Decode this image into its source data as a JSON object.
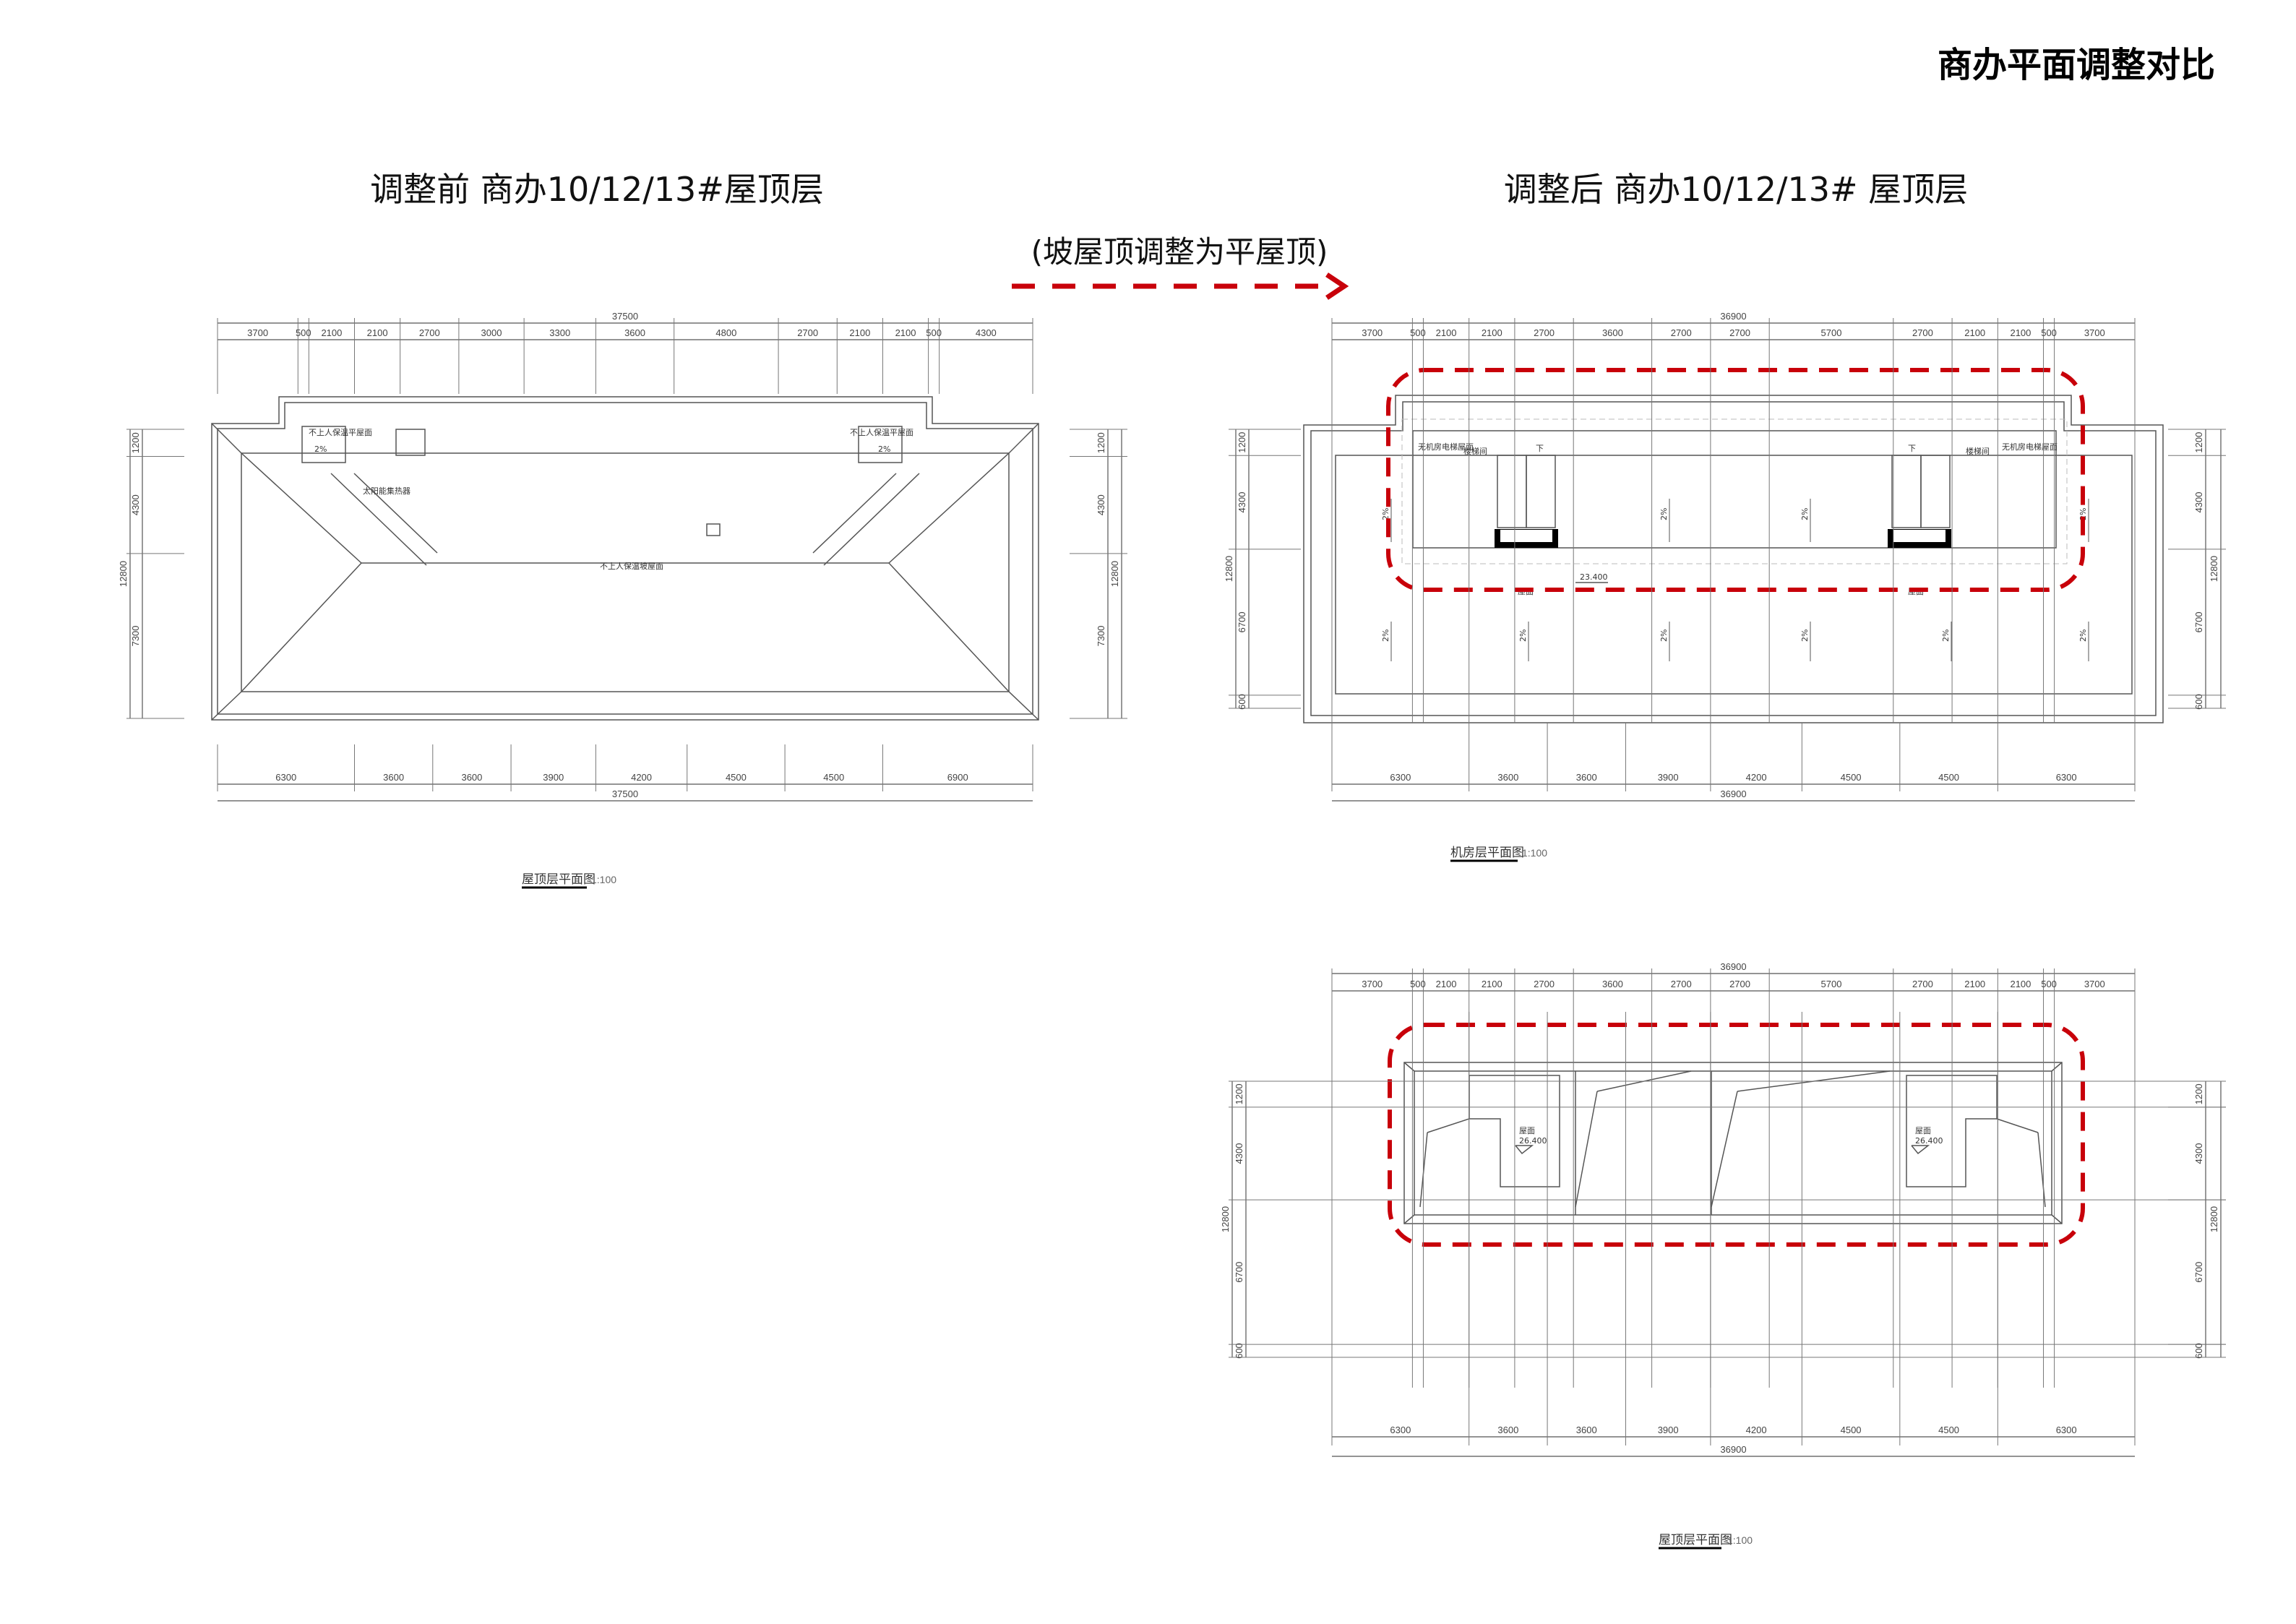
{
  "page": {
    "title": "商办平面调整对比",
    "before_heading": "调整前 商办10/12/13#屋顶层",
    "after_heading": "调整后 商办10/12/13# 屋顶层",
    "change_note": "(坡屋顶调整为平屋顶)",
    "accent_color": "#c8000a"
  },
  "before_plan": {
    "top_total": "37500",
    "top_segments": [
      3700,
      500,
      2100,
      2100,
      2700,
      3000,
      3300,
      3600,
      4800,
      2700,
      2100,
      2100,
      500,
      4300
    ],
    "bottom_segments": [
      6300,
      3600,
      3600,
      3900,
      4200,
      4500,
      4500,
      6900
    ],
    "bottom_total": "37500",
    "side_total": "12800",
    "side_segments": [
      1200,
      4300,
      7300
    ],
    "labels": {
      "flat_roof_left": "不上人保温平屋面",
      "flat_roof_right": "不上人保温平屋面",
      "slope_left": "2%",
      "slope_right": "2%",
      "solar": "太阳能集热器",
      "pitched_roof": "不上人保温坡屋面"
    },
    "caption": "屋顶层平面图",
    "scale": "1:100"
  },
  "after_plan_machine": {
    "top_total": "36900",
    "top_segments": [
      3700,
      500,
      2100,
      2100,
      2700,
      3600,
      2700,
      2700,
      5700,
      2700,
      2100,
      2100,
      500,
      3700
    ],
    "bottom_segments": [
      6300,
      3600,
      3600,
      3900,
      4200,
      4500,
      4500,
      6300
    ],
    "bottom_total": "36900",
    "side_total": "12800",
    "side_segments": [
      1200,
      4300,
      6700,
      600
    ],
    "labels": {
      "elevator_left": "无机房电梯屋面",
      "elevator_right": "无机房电梯屋面",
      "stair_left": "楼梯间",
      "stair_right": "楼梯间",
      "down_left": "下",
      "down_right": "下",
      "slope": "2%",
      "elevation": "23.400",
      "roof_left": "屋面",
      "roof_right": "屋面"
    },
    "caption": "机房层平面图",
    "scale": "1:100"
  },
  "after_plan_roof": {
    "top_total": "36900",
    "top_segments": [
      3700,
      500,
      2100,
      2100,
      2700,
      3600,
      2700,
      2700,
      5700,
      2700,
      2100,
      2100,
      500,
      3700
    ],
    "bottom_segments": [
      6300,
      3600,
      3600,
      3900,
      4200,
      4500,
      4500,
      6300
    ],
    "bottom_total": "36900",
    "side_total": "12800",
    "side_segments": [
      1200,
      4300,
      6700,
      600
    ],
    "labels": {
      "roof_left": "屋面",
      "roof_right": "屋面",
      "elev_left": "26.400",
      "elev_right": "26.400"
    },
    "caption": "屋顶层平面图",
    "scale": "1:100"
  }
}
